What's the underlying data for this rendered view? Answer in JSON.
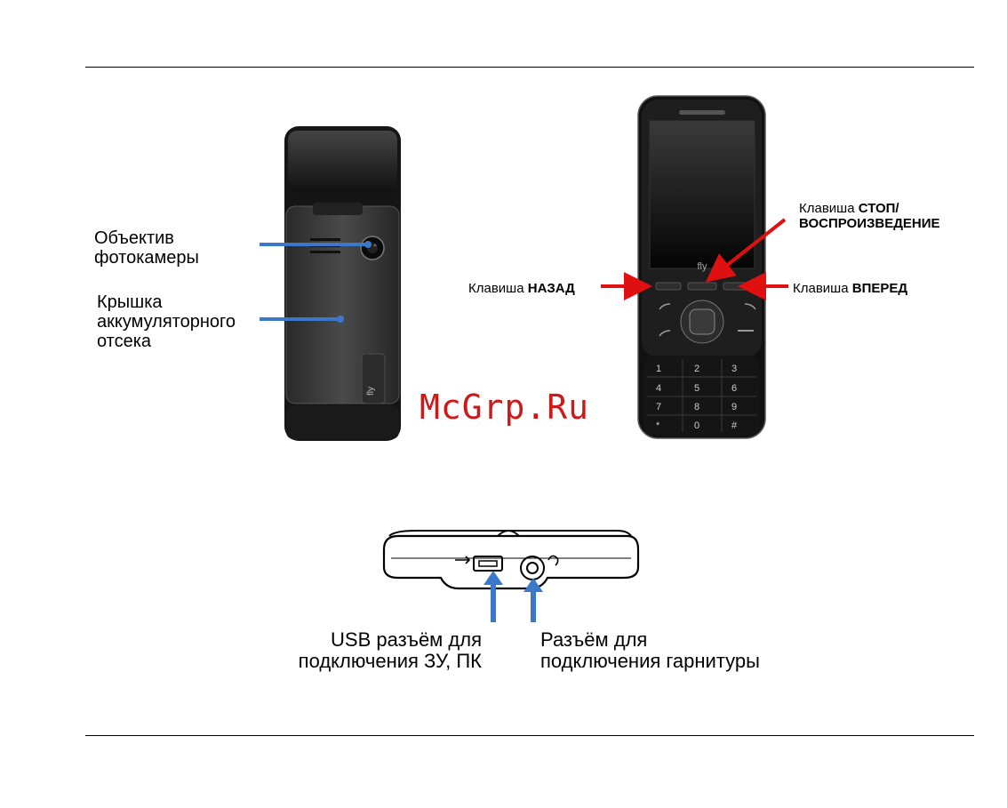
{
  "back_view": {
    "lens_label_line1": "Объектив",
    "lens_label_line2": "фотокамеры",
    "cover_label_line1": "Крышка",
    "cover_label_line2": "аккумуляторного",
    "cover_label_line3": "отсека",
    "logo_text": "fly"
  },
  "front_view": {
    "back_key_prefix": "Клавиша",
    "back_key_name": "НАЗАД",
    "stop_key_prefix": "Клавиша",
    "stop_key_name_line1": "СТОП/",
    "stop_key_name_line2": "ВОСПРОИЗВЕДЕНИЕ",
    "forward_key_prefix": "Клавиша",
    "forward_key_name": "ВПЕРЕД",
    "logo_text": "fly"
  },
  "bottom_view": {
    "usb_label_line1": "USB разъём для",
    "usb_label_line2": "подключения ЗУ, ПК",
    "jack_label_line1": "Разъём для",
    "jack_label_line2": "подключения гарнитуры"
  },
  "watermark": "McGrp.Ru",
  "colors": {
    "blue_pointer": "#3a78c9",
    "red_arrow": "#e01010",
    "watermark": "#cc1a1a",
    "phone_body": "#1c1c1c"
  }
}
